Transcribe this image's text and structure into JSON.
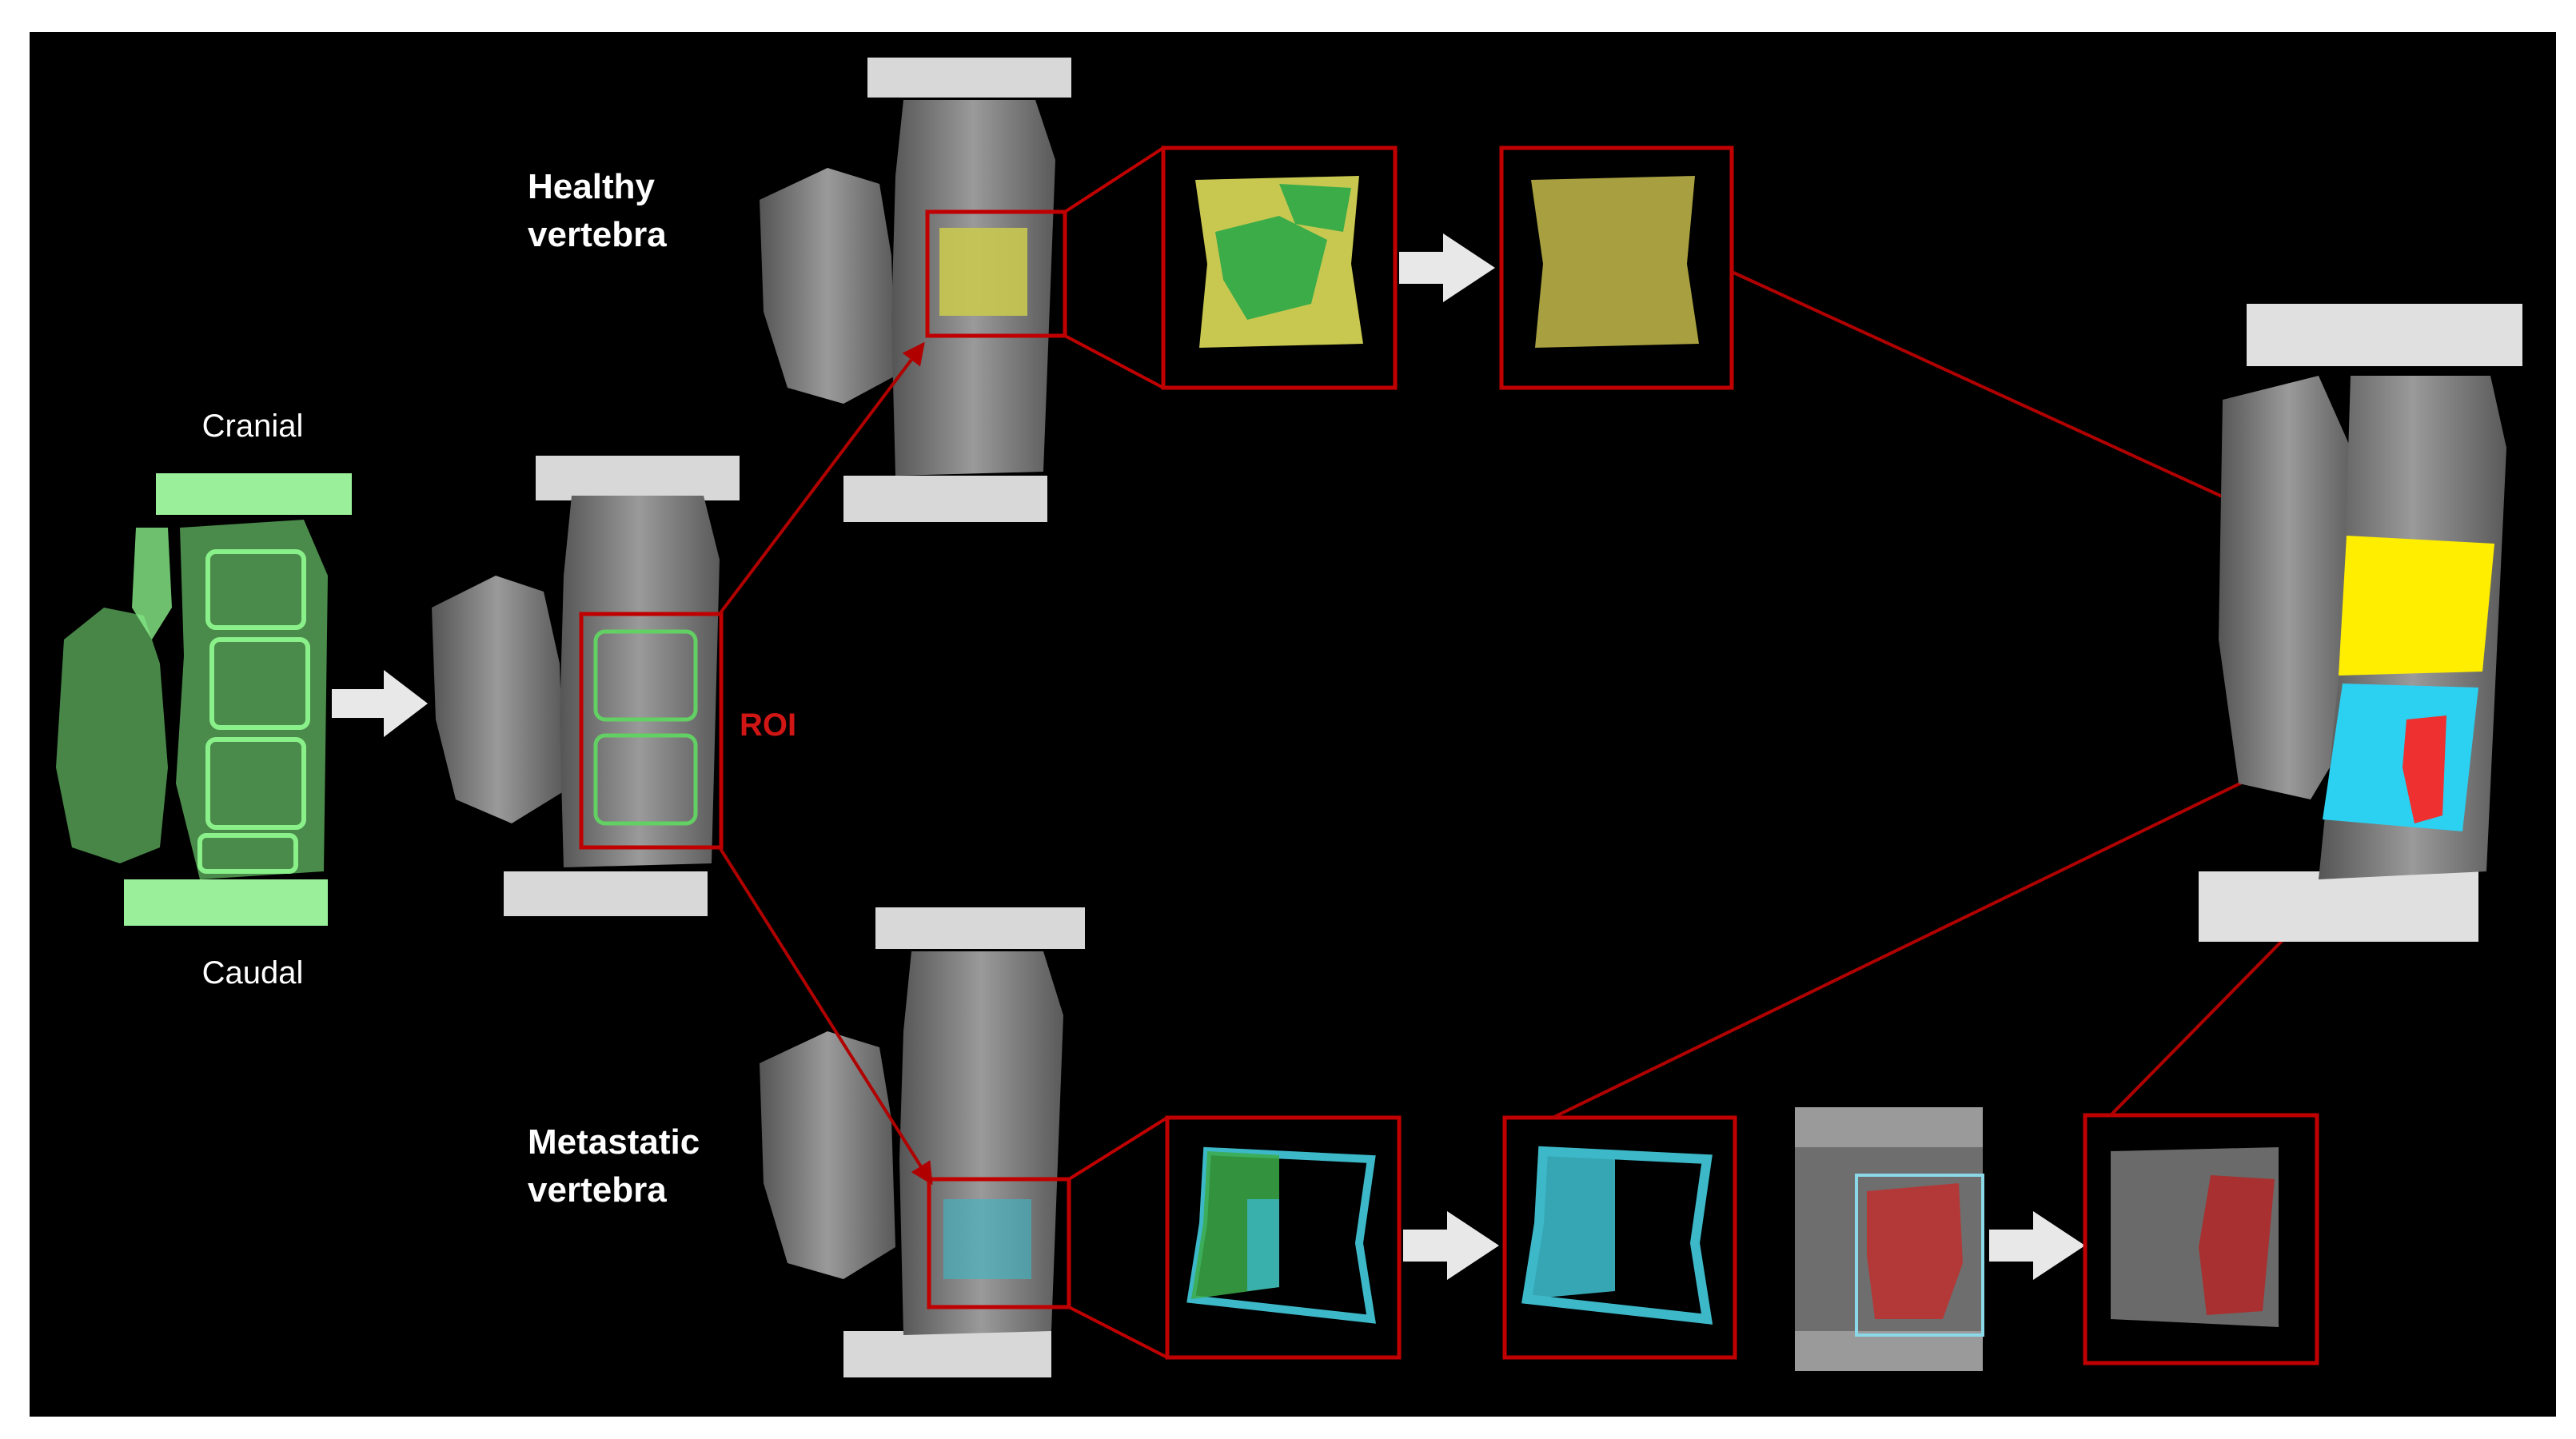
{
  "labels": {
    "cranial": "Cranial",
    "caudal": "Caudal",
    "roi": "ROI",
    "healthy_line1": "Healthy",
    "healthy_line2": "vertebra",
    "metastatic_line1": "Metastatic",
    "metastatic_line2": "vertebra"
  },
  "colors": {
    "background": "#000000",
    "frame": "#ffffff",
    "highlight_box": "#c00000",
    "arrow_line": "#b00000",
    "flow_arrow": "#e8e8e8",
    "roi_text": "#d01515",
    "bone_mask": "#7cf07c",
    "healthy_mask": "#c8c850",
    "healthy_trabecular": "#3cac48",
    "metastatic_mask": "#3cb8c8",
    "lesion_mask": "#c03030",
    "final_healthy": "#ffee00",
    "final_metastatic": "#2cd0f0",
    "final_lesion": "#ee3030"
  }
}
